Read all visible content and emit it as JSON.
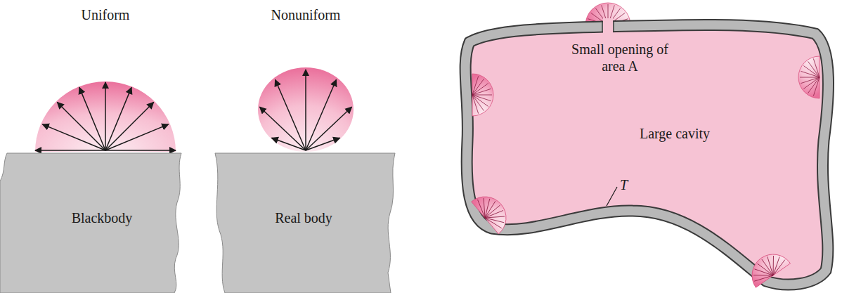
{
  "diagram": {
    "nodes": [
      {
        "text": [
          "Blackbody"
        ]
      },
      {
        "text": [
          "Real body"
        ]
      },
      {
        "text": [
          "Small opening of area A",
          "Large cavity"
        ]
      }
    ],
    "labels": [
      "Uniform",
      "Nonuniform",
      "T"
    ]
  }
}
